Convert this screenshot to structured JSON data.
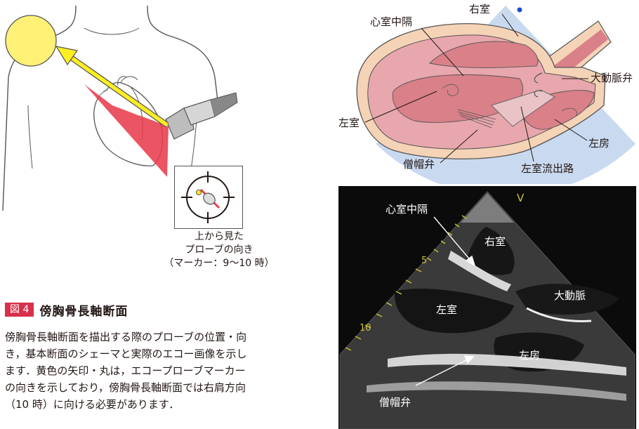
{
  "figure": {
    "number": "図 4",
    "title": "傍胸骨長軸断面",
    "description_lines": [
      "傍胸骨長軸断面を描出する際のプローブの位置・向",
      "き，基本断面のシェーマと実際のエコー画像を示し",
      "ます．黄色の矢印・丸は，エコープローブマーカー",
      "の向きを示しており，傍胸骨長軸断面では右肩方向",
      "（10 時）に向ける必要があります．"
    ]
  },
  "probe_panel": {
    "caption_lines": [
      "上から見た",
      "プローブの向き",
      "（マーカー：9〜10 時）"
    ]
  },
  "schema": {
    "labels": {
      "right_ventricle": "右室",
      "septum": "心室中隔",
      "aortic_valve": "大動脈弁",
      "left_ventricle": "左室",
      "left_atrium": "左房",
      "mitral_valve": "僧帽弁",
      "lvot": "左室流出路"
    }
  },
  "echo": {
    "labels": {
      "septum": "心室中隔",
      "right_ventricle": "右室",
      "aorta": "大動脈",
      "left_ventricle": "左室",
      "left_atrium": "左房",
      "mitral_valve": "僧帽弁"
    },
    "depth_marks": [
      "5",
      "10"
    ],
    "marker": "V"
  },
  "colors": {
    "marker_yellow": "#fff176",
    "arrow_yellow": "#ffee22",
    "plane_red": "#e83c4c",
    "badge_red": "#d7304a",
    "myocardium_pink": "#e8a7ad",
    "chamber_pink": "#d98088",
    "fat_beige": "#f5d3b7",
    "ultrasound_field": "#c9d9ef",
    "echo_background": "#0b0b0b"
  }
}
